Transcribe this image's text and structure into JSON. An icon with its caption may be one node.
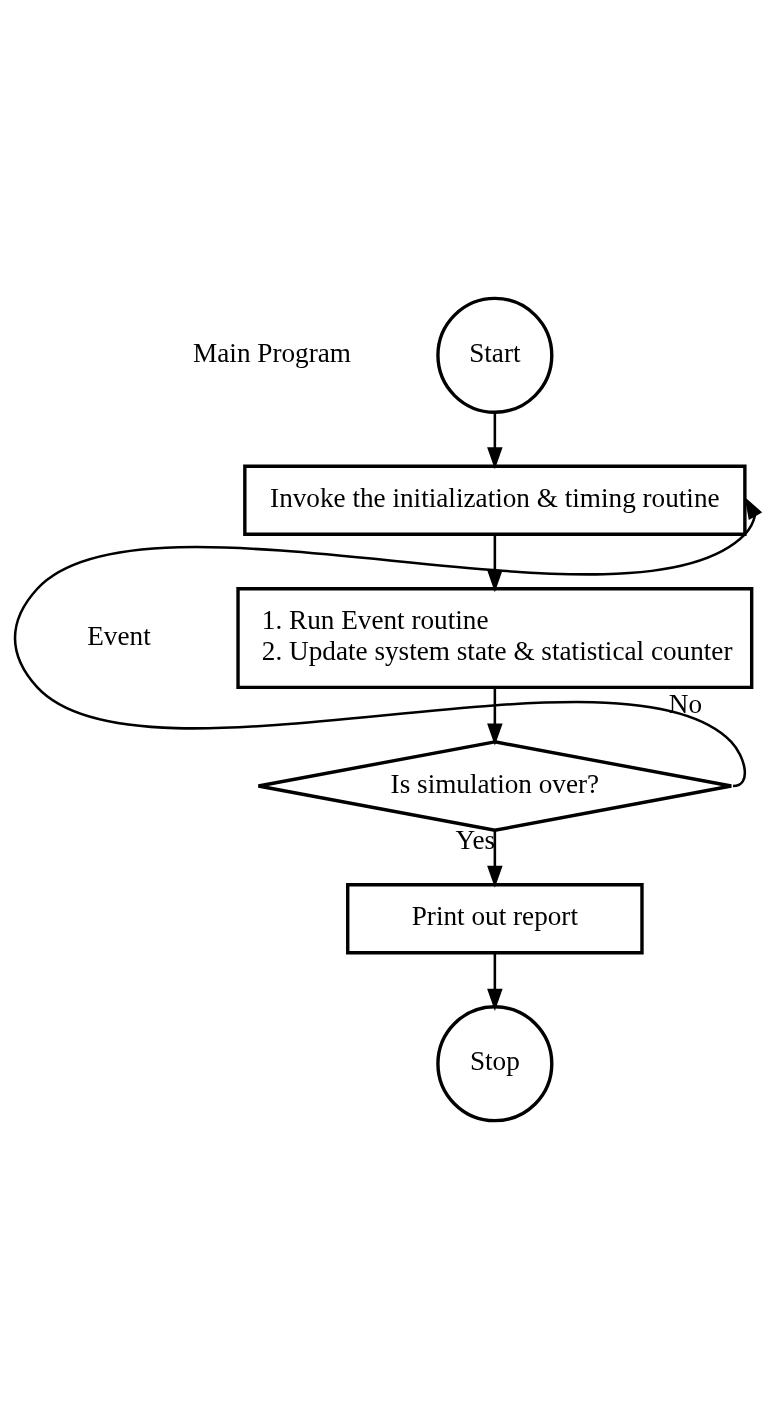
{
  "diagram": {
    "nodes": [
      {
        "text": [
          "Start"
        ]
      },
      {
        "text": [
          "Invoke the initialization & timing routine"
        ]
      },
      {
        "text": [
          "1. Run Event routine",
          "2. Update system state & statistical counter"
        ]
      },
      {
        "text": [
          "Is simulation over?"
        ]
      },
      {
        "text": [
          "Print out report"
        ]
      },
      {
        "text": [
          "Stop"
        ]
      }
    ],
    "edges": [
      {
        "from": 0,
        "to": 1,
        "arrow": "to"
      },
      {
        "from": 1,
        "to": 2,
        "arrow": "to"
      },
      {
        "from": 2,
        "to": 3,
        "arrow": "to"
      },
      {
        "from": 3,
        "to": 1,
        "arrow": "to",
        "label": "No"
      },
      {
        "from": 3,
        "to": 4,
        "arrow": "to",
        "label": "Yes"
      },
      {
        "from": 4,
        "to": 5,
        "arrow": "to"
      }
    ],
    "labels": [
      "Main Program",
      "Event"
    ]
  }
}
